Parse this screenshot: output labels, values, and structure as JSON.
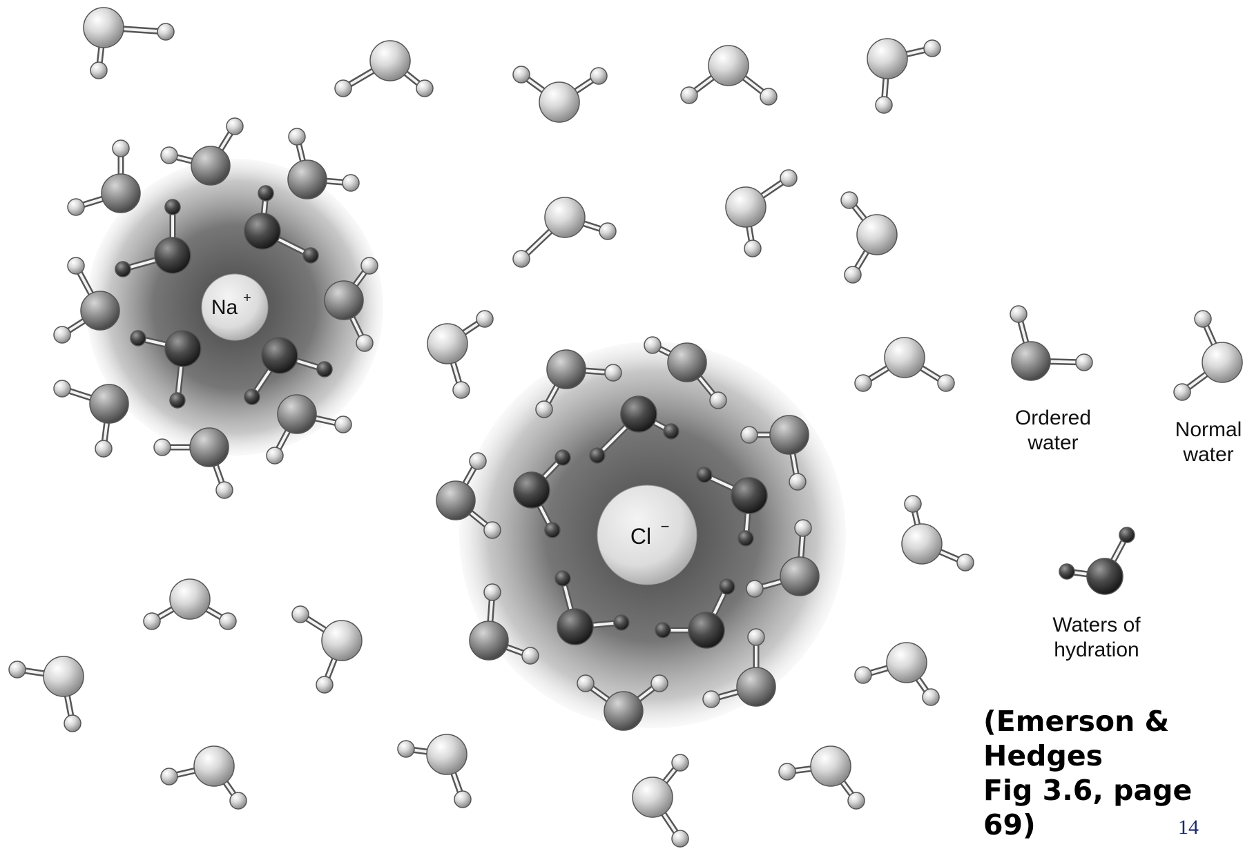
{
  "ions": {
    "sodium": {
      "symbol": "Na",
      "charge": "+"
    },
    "chloride": {
      "symbol": "Cl",
      "charge": "−"
    }
  },
  "legend": {
    "ordered": "Ordered\nwater",
    "normal": "Normal\nwater",
    "hydration": "Waters of\nhydration"
  },
  "citation": "(Emerson &\nHedges\nFig 3.6, page 69)",
  "page_number": "14",
  "colors": {
    "hydration_water": "#3d3d3d",
    "ordered_water": "#8a8a8a",
    "normal_water": "#d4d4d4",
    "bond": "#f2f2f2",
    "halo": "#5a5a5a"
  }
}
